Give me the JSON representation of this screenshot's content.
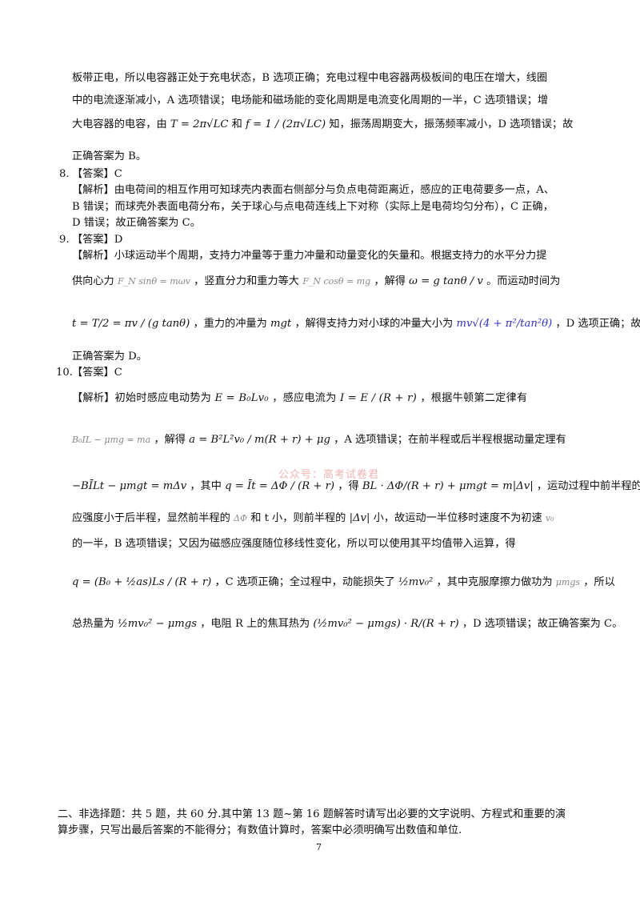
{
  "p1": {
    "l1": "板带正电，所以电容器正处于充电状态，B 选项正确；充电过程中电容器两极板间的电压在增大，线圈",
    "l2": "中的电流逐渐减小，A 选项错误；电场能和磁场能的变化周期是电流变化周期的一半，C 选项错误；增",
    "l3a": "大电容器的电容，由",
    "l3b": "T = 2π√LC",
    "l3c": "和",
    "l3d": "f = 1 / (2π√LC)",
    "l3e": "知，振荡周期变大，振荡频率减小，D 选项错误；故",
    "l4": "正确答案为 B。"
  },
  "q8": {
    "num": "8.",
    "answer": "【答案】C",
    "l1": "【解析】由电荷间的相互作用可知球壳内表面右侧部分与负点电荷距离近，感应的正电荷要多一点，A、",
    "l2": "B 错误；而球壳外表面电荷分布，关于球心与点电荷连线上下对称（实际上是电荷均匀分布），C 正确，",
    "l3": "D 错误；故正确答案为 C。"
  },
  "q9": {
    "num": "9.",
    "answer": "【答案】D",
    "l1": "【解析】小球运动半个周期，支持力冲量等于重力冲量和动量变化的矢量和。根据支持力的水平分力提",
    "l2a": "供向心力",
    "l2b": "F_N sinθ = mωv",
    "l2c": "，竖直分力和重力等大",
    "l2d": "F_N cosθ = mg",
    "l2e": "，解得",
    "l2f": "ω = g tanθ / v",
    "l2g": "。而运动时间为",
    "l3a": "t = T/2 = πv / (g tanθ)",
    "l3b": "，重力的冲量为",
    "l3c": "mgt",
    "l3d": "，解得支持力对小球的冲量大小为",
    "l3e": "mv√(4 + π²/tan²θ)",
    "l3f": "，D 选项正确；故",
    "l4": "正确答案为 D。"
  },
  "q10": {
    "num": "10.",
    "answer": "【答案】C",
    "l1a": "【解析】初始时感应电动势为",
    "l1b": "E = B₀Lv₀",
    "l1c": "，感应电流为",
    "l1d": "I = E / (R + r)",
    "l1e": "，根据牛顿第二定律有",
    "l2a": "B₀IL − μmg = ma",
    "l2b": "，解得",
    "l2c": "a = B²L²v₀ / m(R + r) + μg",
    "l2d": "，A 选项错误；在前半程或后半程根据动量定理有",
    "l3a": "−BĪLt − μmgt = mΔv",
    "l3b": "，其中",
    "l3c": "q = Īt = ΔΦ / (R + r)",
    "l3d": "，得",
    "l3e": "BL · ΔΦ/(R + r) + μmgt = m|Δv|",
    "l3f": "，运动过程中前半程的磁感",
    "l4a": "应强度小于后半程，显然前半程的",
    "l4b": "ΔΦ",
    "l4c": "和 t 小，则前半程的",
    "l4d": "|Δv|",
    "l4e": "小，故运动一半位移时速度不为初速",
    "l4f": "v₀",
    "l5": "的一半，B 选项错误；又因为磁感应强度随位移线性变化，所以可以使用其平均值带入运算，得",
    "l6a": "q = (B₀ + ½as)Ls / (R + r)",
    "l6b": "，C 选项正确；全过程中，动能损失了",
    "l6c": "½mv₀²",
    "l6d": "，其中克服摩擦力做功为",
    "l6e": "μmgs",
    "l6f": "，所以",
    "l7a": "总热量为",
    "l7b": "½mv₀² − μmgs",
    "l7c": "，电阻 R 上的焦耳热为",
    "l7d": "(½mv₀² − μmgs) · R/(R + r)",
    "l7e": "，D 选项错误；故正确答案为 C。"
  },
  "watermark": "公众号：高考试卷君",
  "section2": {
    "l1": "二、非选择题：共 5 题，共 60 分.其中第 13 题~第 16 题解答时请写出必要的文字说明、方程式和重要的演",
    "l2": "算步骤，只写出最后答案的不能得分；有数值计算时，答案中必须明确写出数值和单位."
  },
  "page_number": "7"
}
